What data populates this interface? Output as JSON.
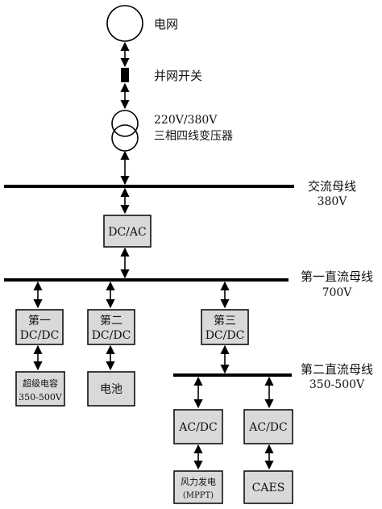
{
  "grid": {
    "label": "电网"
  },
  "switch": {
    "label": "并网开关"
  },
  "transformer": {
    "line1": "220V/380V",
    "line2": "三相四线变压器"
  },
  "ac_bus": {
    "line1": "交流母线",
    "line2": "380V"
  },
  "inverter": {
    "label": "DC/AC"
  },
  "dc_bus1": {
    "line1": "第一直流母线",
    "line2": "700V"
  },
  "dcdc1": {
    "line1": "第一",
    "line2": "DC/DC"
  },
  "dcdc2": {
    "line1": "第二",
    "line2": "DC/DC"
  },
  "dcdc3": {
    "line1": "第三",
    "line2": "DC/DC"
  },
  "supercap": {
    "line1": "超级电容",
    "line2": "350-500V"
  },
  "battery": {
    "label": "电池"
  },
  "dc_bus2": {
    "line1": "第二直流母线",
    "line2": "350-500V"
  },
  "acdc1": {
    "label": "AC/DC"
  },
  "acdc2": {
    "label": "AC/DC"
  },
  "wind": {
    "line1": "风力发电",
    "line2": "(MPPT)"
  },
  "caes": {
    "label": "CAES"
  }
}
